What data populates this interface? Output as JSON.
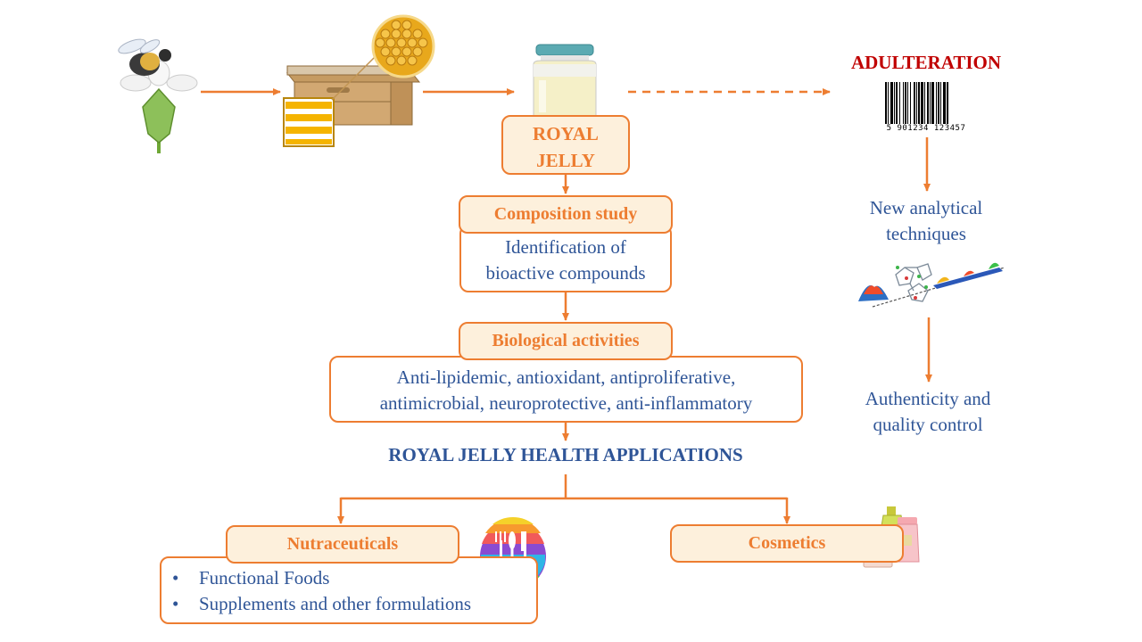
{
  "royal_jelly": {
    "line1": "ROYAL",
    "line2": "JELLY"
  },
  "composition": {
    "title": "Composition study",
    "line1": "Identification of",
    "line2": "bioactive compounds"
  },
  "biological": {
    "title": "Biological activities",
    "line1": "Anti-lipidemic, antioxidant, antiproliferative,",
    "line2": "antimicrobial, neuroprotective, anti-inflammatory"
  },
  "applications_title": "ROYAL JELLY HEALTH APPLICATIONS",
  "nutraceuticals": {
    "title": "Nutraceuticals",
    "items": [
      "Functional Foods",
      "Supplements and other formulations"
    ]
  },
  "cosmetics": {
    "title": "Cosmetics"
  },
  "adulteration": {
    "title": "ADULTERATION",
    "barcode_digits": "5 901234 123457"
  },
  "analytical": {
    "line1": "New analytical",
    "line2": "techniques"
  },
  "authenticity": {
    "line1": "Authenticity and",
    "line2": "quality control"
  },
  "icons": [
    "bee-on-flower-icon",
    "beehive-icon",
    "honeycomb-icon",
    "jar-icon",
    "barcode-icon",
    "spectroscopy-icon",
    "food-icon",
    "cosmetics-icon"
  ],
  "colors": {
    "accent": "#ED7D31",
    "header_fill": "#FDF0DC",
    "text_blue": "#2F5597",
    "adulteration_red": "#C00000"
  }
}
